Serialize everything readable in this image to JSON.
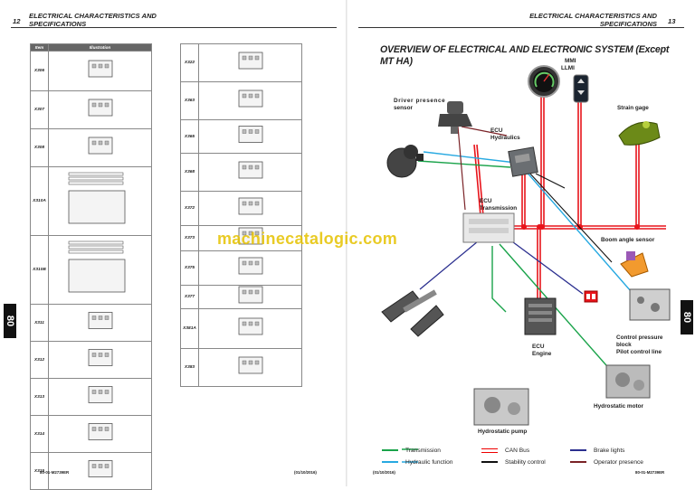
{
  "left_page": {
    "page_number": "12",
    "header_title": "ELECTRICAL CHARACTERISTICS AND SPECIFICATIONS",
    "header_line1": "ELECTRICAL CHARACTERISTICS AND",
    "header_line2": "SPECIFICATIONS",
    "table_headers": {
      "item": "Item",
      "illustration": "Illustration"
    },
    "table_left": [
      "X306",
      "X307",
      "X308",
      "X310A",
      "X310B",
      "X311",
      "X312",
      "X313",
      "X314",
      "X315"
    ],
    "table_right": [
      "X322",
      "X363",
      "X365",
      "X368",
      "X372",
      "X373",
      "X375",
      "X377",
      "X381A",
      "X383"
    ],
    "footer_left": "80-01-M2739ER",
    "footer_right": "(01/10/2016)",
    "side_tab": "80"
  },
  "right_page": {
    "page_number": "13",
    "header_line1": "ELECTRICAL CHARACTERISTICS AND",
    "header_line2": "SPECIFICATIONS",
    "title": "OVERVIEW OF ELECTRICAL AND ELECTRONIC SYSTEM (Except MT HA)",
    "labels": {
      "mmi": "MMI",
      "llmi": "LLMI",
      "driver_presence": "Driver presence",
      "sensor": "sensor",
      "strain_gage": "Strain gage",
      "ecu_hydraulics_1": "ECU",
      "ecu_hydraulics_2": "Hydraulics",
      "ecu_transmission_1": "ECU",
      "ecu_transmission_2": "Transmission",
      "boom_angle_sensor": "Boom angle sensor",
      "control_pressure_1": "Control pressure",
      "control_pressure_2": "block",
      "pilot_control_line": "Pilot control line",
      "ecu_engine_1": "ECU",
      "ecu_engine_2": "Engine",
      "hydrostatic_motor": "Hydrostatic motor",
      "hydrostatic_pump": "Hydrostatic pump"
    },
    "legend": {
      "transmission": "Transmission",
      "can_bus": "CAN Bus",
      "brake_lights": "Brake lights",
      "hydraulic_function": "Hydraulic function",
      "stability_control": "Stability control",
      "operator_presence": "Operator presence"
    },
    "footer_left": "(01/10/2016)",
    "footer_right": "80-01-M2739ER",
    "side_tab": "80",
    "colors": {
      "transmission": "#1aa34a",
      "can_bus": "#e8141b",
      "brake_lights": "#2b2f8f",
      "hydraulic_function": "#27a9e1",
      "stability_control": "#111111",
      "operator_presence": "#7a2226"
    }
  },
  "watermark": "machinecatalogic.com"
}
